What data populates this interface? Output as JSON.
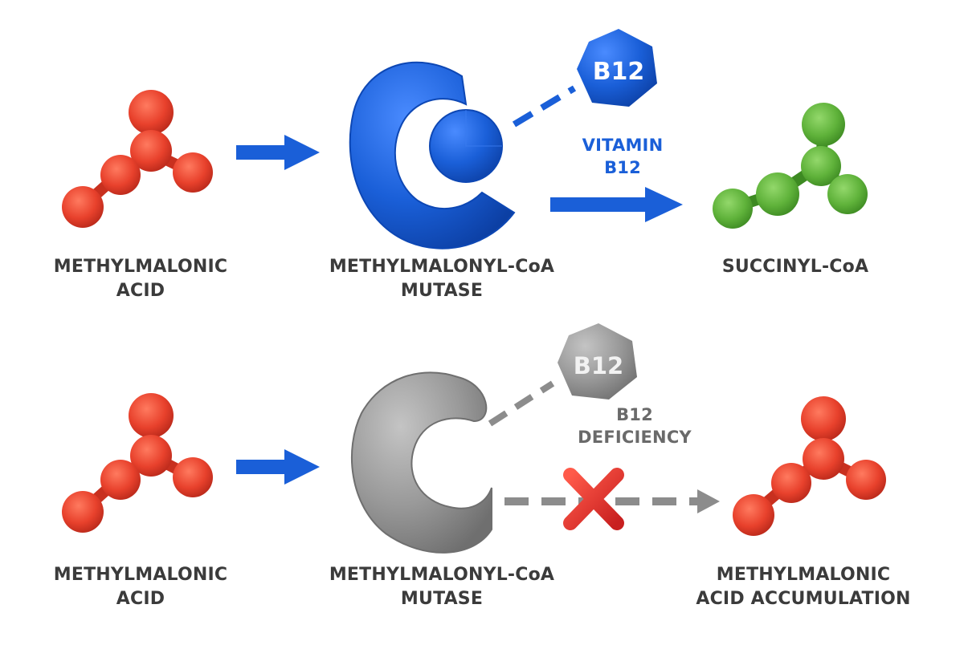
{
  "top_row": {
    "substrate": {
      "line1": "METHYLMALONIC",
      "line2": "ACID"
    },
    "enzyme": {
      "line1": "METHYLMALONYL-CoA",
      "line2": "MUTASE"
    },
    "cofactor": {
      "badge": "B12",
      "line1": "VITAMIN",
      "line2": "B12"
    },
    "product": {
      "line1": "SUCCINYL-CoA"
    }
  },
  "bottom_row": {
    "substrate": {
      "line1": "METHYLMALONIC",
      "line2": "ACID"
    },
    "enzyme": {
      "line1": "METHYLMALONYL-CoA",
      "line2": "MUTASE"
    },
    "cofactor": {
      "badge": "B12",
      "line1": "B12",
      "line2": "DEFICIENCY"
    },
    "outcome": {
      "line1": "METHYLMALONIC",
      "line2": "ACID ACCUMULATION"
    }
  },
  "colors": {
    "substrate_red": "#e8412c",
    "enzyme_blue": "#1a5fd8",
    "product_green": "#5fb23a",
    "inactive_gray": "#8c8c8c",
    "block_red": "#e53935",
    "text_dark": "#3b3b3b"
  },
  "icons": [
    "molecule-icon",
    "enzyme-icon",
    "b12-hexagon-icon",
    "arrow-icon",
    "dashed-arrow-icon",
    "blocked-x-icon"
  ]
}
